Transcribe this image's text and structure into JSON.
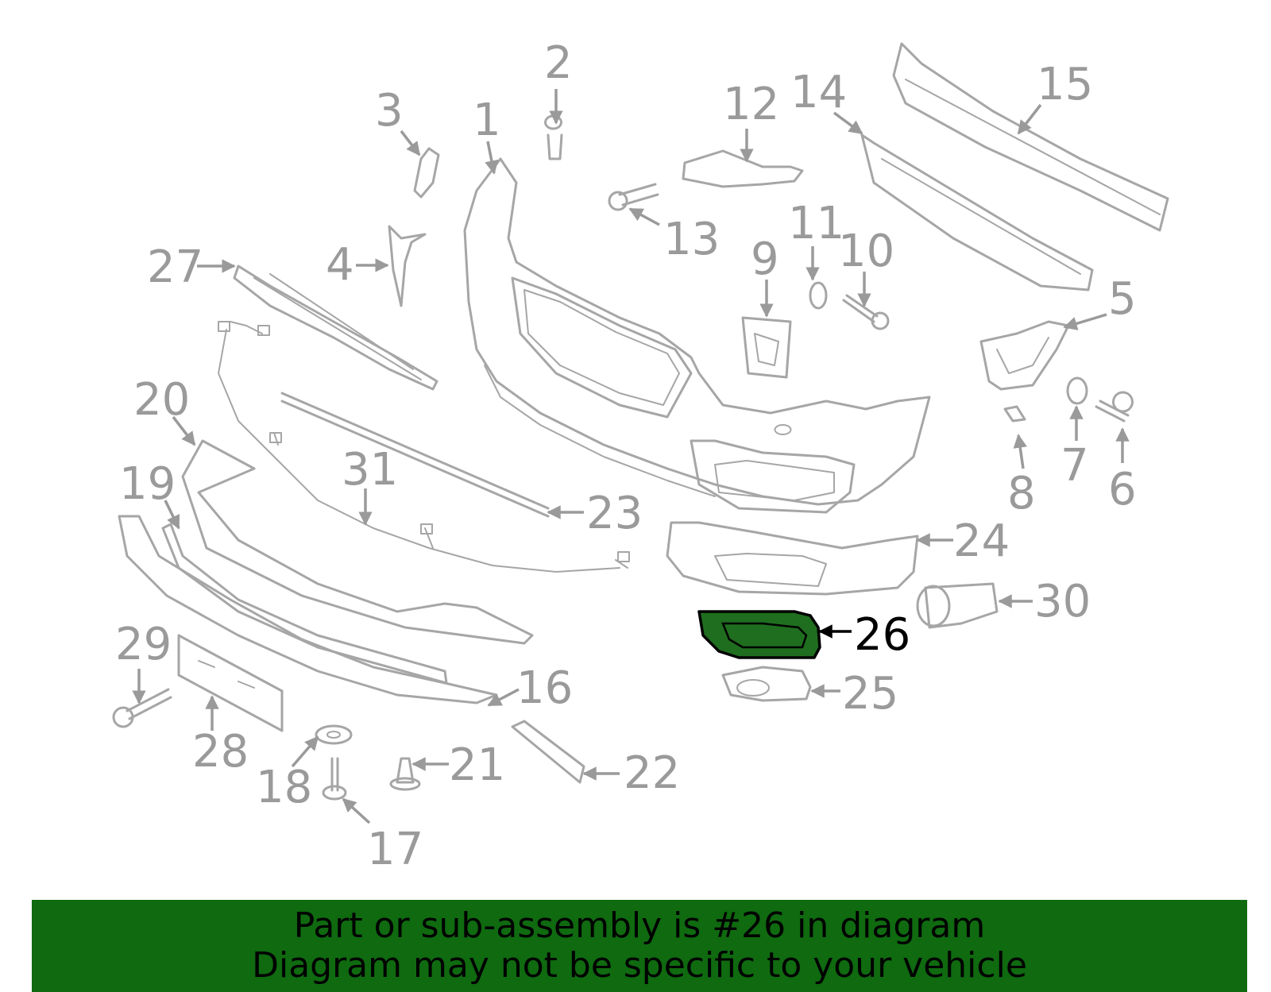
{
  "diagram": {
    "callouts": [
      "1",
      "2",
      "3",
      "4",
      "5",
      "6",
      "7",
      "8",
      "9",
      "10",
      "11",
      "12",
      "13",
      "14",
      "15",
      "16",
      "17",
      "18",
      "19",
      "20",
      "21",
      "22",
      "23",
      "24",
      "25",
      "26",
      "27",
      "28",
      "29",
      "30",
      "31"
    ],
    "highlighted_callout": "26",
    "highlight_color": "#1f6e1f",
    "line_color": "#a6a6a6"
  },
  "footer": {
    "line1": "Part or sub-assembly is #26 in diagram",
    "line2": "Diagram may not be specific to your vehicle",
    "background": "#0f6a10"
  }
}
